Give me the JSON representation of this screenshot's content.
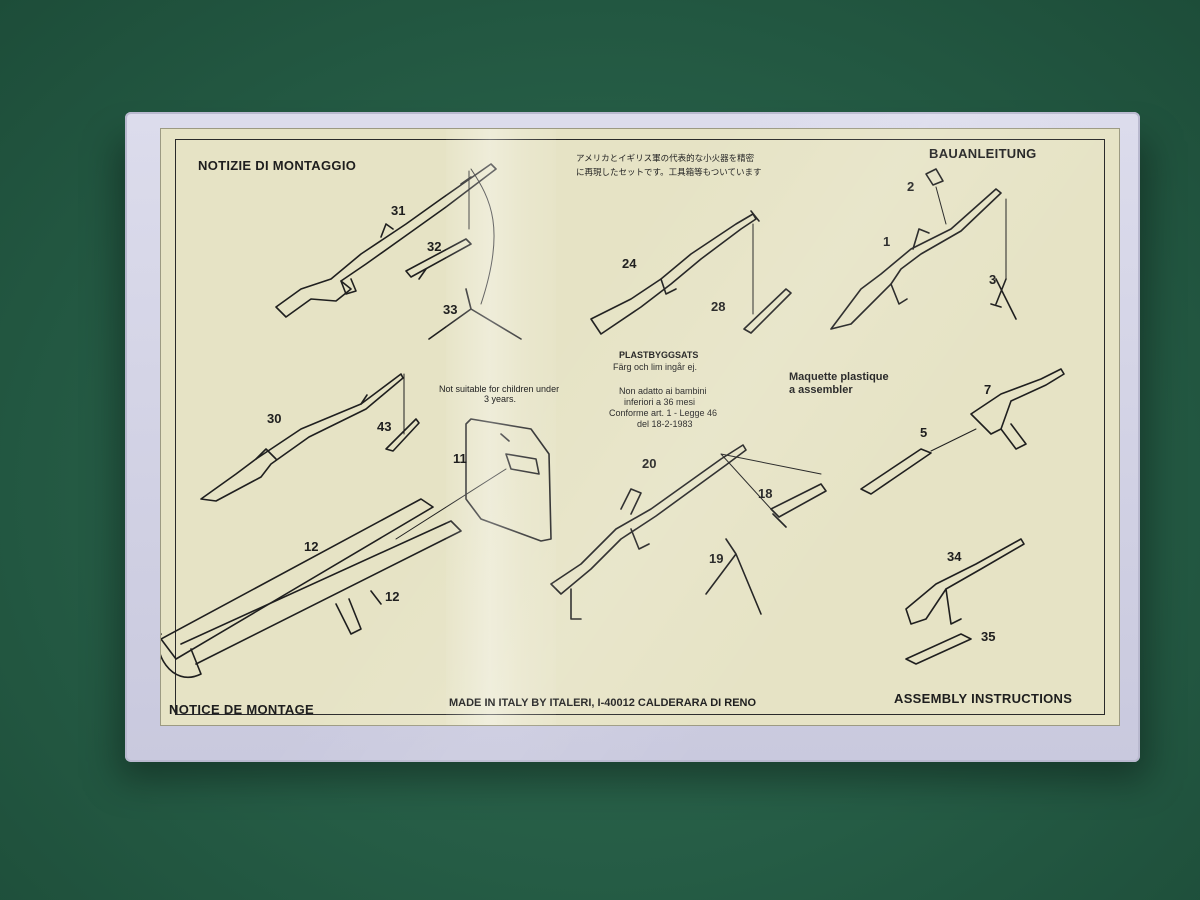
{
  "headings": {
    "top_left": "NOTIZIE DI MONTAGGIO",
    "top_right": "BAUANLEITUNG",
    "bottom_left": "NOTICE DE MONTAGE",
    "bottom_right": "ASSEMBLY INSTRUCTIONS",
    "bottom_center": "MADE IN ITALY BY ITALERI, I-40012 CALDERARA DI RENO"
  },
  "japanese_text": {
    "line1": "アメリカとイギリス軍の代表的な小火器を精密",
    "line2": "に再現したセットです。工具箱等もついています"
  },
  "notices": {
    "swedish_title": "PLASTBYGGSATS",
    "swedish_sub": "Färg och lim ingår ej.",
    "italian_line1": "Non adatto ai bambini",
    "italian_line2": "inferiori a 36 mesi",
    "italian_line3": "Conforme art. 1 - Legge 46",
    "italian_line4": "del 18-2-1983",
    "english_line1": "Not suitable for children under",
    "english_line2": "3 years.",
    "french_line1": "Maquette plastique",
    "french_line2": "a assembler"
  },
  "part_numbers": {
    "p31": "31",
    "p32": "32",
    "p33": "33",
    "p30": "30",
    "p43": "43",
    "p11": "11",
    "p12a": "12",
    "p12b": "12",
    "p24": "24",
    "p28": "28",
    "p20": "20",
    "p18": "18",
    "p19": "19",
    "p2": "2",
    "p1": "1",
    "p3": "3",
    "p7": "7",
    "p5": "5",
    "p34": "34",
    "p35": "35"
  }
}
